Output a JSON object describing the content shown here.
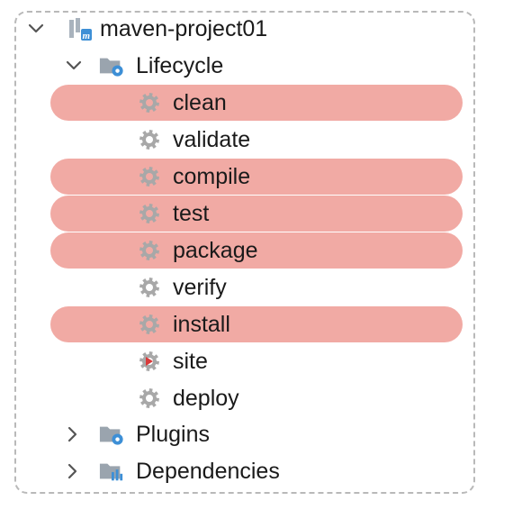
{
  "tree": {
    "project": {
      "label": "maven-project01",
      "icon": "maven-project-icon",
      "expanded": true
    },
    "lifecycle": {
      "label": "Lifecycle",
      "icon": "lifecycle-folder-icon",
      "expanded": true
    },
    "goals": [
      {
        "label": "clean",
        "icon": "gear-icon",
        "highlighted": true
      },
      {
        "label": "validate",
        "icon": "gear-icon",
        "highlighted": false
      },
      {
        "label": "compile",
        "icon": "gear-icon",
        "highlighted": true
      },
      {
        "label": "test",
        "icon": "gear-icon",
        "highlighted": true
      },
      {
        "label": "package",
        "icon": "gear-icon",
        "highlighted": true
      },
      {
        "label": "verify",
        "icon": "gear-icon",
        "highlighted": false
      },
      {
        "label": "install",
        "icon": "gear-icon",
        "highlighted": true
      },
      {
        "label": "site",
        "icon": "gear-run-icon",
        "highlighted": false
      },
      {
        "label": "deploy",
        "icon": "gear-icon",
        "highlighted": false
      }
    ],
    "plugins": {
      "label": "Plugins",
      "icon": "plugins-folder-icon",
      "expanded": false
    },
    "dependencies": {
      "label": "Dependencies",
      "icon": "dependencies-folder-icon",
      "expanded": false
    }
  },
  "colors": {
    "highlight": "#f1aaa4",
    "gear": "#a8a8a8",
    "folder": "#9aa4ae",
    "accent_blue": "#3d8fd6",
    "run_red": "#d93a3a"
  }
}
